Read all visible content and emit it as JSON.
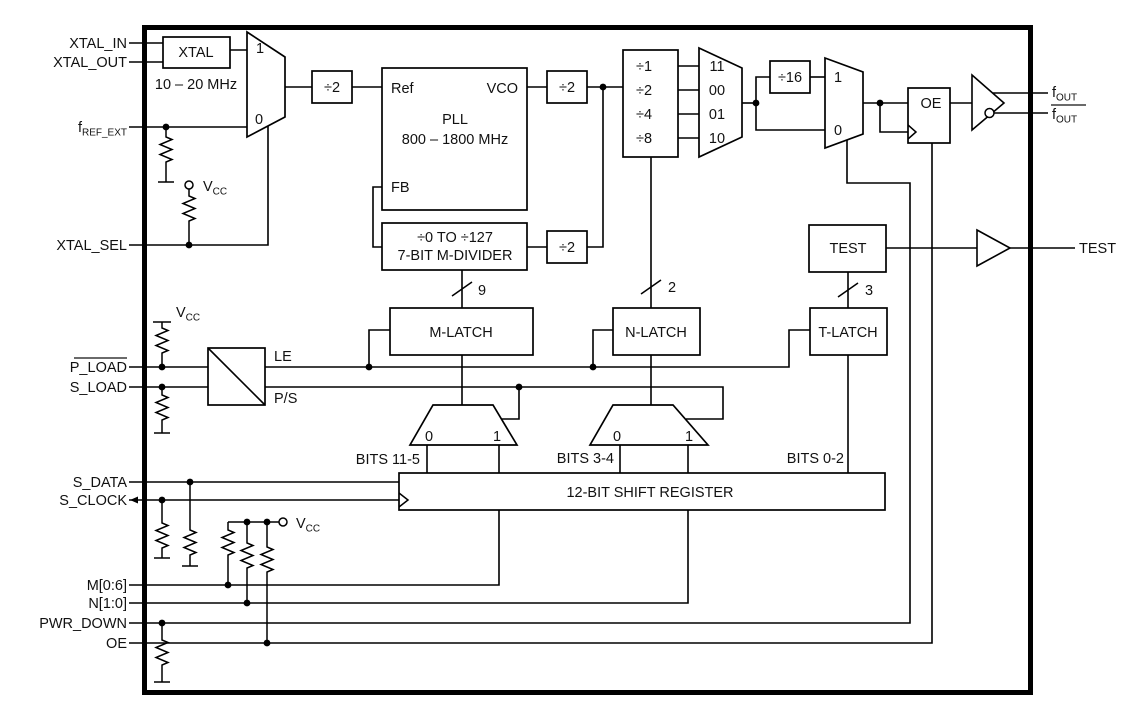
{
  "pins": {
    "xtal_in": "XTAL_IN",
    "xtal_out": "XTAL_OUT",
    "f_base": "f",
    "f_ref_ext_sub": "REF_EXT",
    "xtal_sel": "XTAL_SEL",
    "p_load": "P_LOAD",
    "s_load": "S_LOAD",
    "s_data": "S_DATA",
    "s_clock": "S_CLOCK",
    "m_bus": "M[0:6]",
    "n_bus": "N[1:0]",
    "pwr_down": "PWR_DOWN",
    "oe": "OE",
    "f_out_sub": "OUT",
    "test": "TEST"
  },
  "blocks": {
    "xtal": "XTAL",
    "xtal_range": "10 – 20 MHz",
    "div2": "÷2",
    "div16": "÷16",
    "pll": {
      "ref": "Ref",
      "vco": "VCO",
      "name": "PLL",
      "range": "800 – 1800 MHz",
      "fb": "FB"
    },
    "mdivider": {
      "line1": "÷0 TO ÷127",
      "line2": "7-BIT M-DIVIDER"
    },
    "divider_taps": [
      "÷1",
      "÷2",
      "÷4",
      "÷8"
    ],
    "mux_codes": [
      "11",
      "00",
      "01",
      "10"
    ],
    "sel_one": "1",
    "sel_zero": "0",
    "oe": "OE",
    "test": "TEST",
    "m_latch": "M-LATCH",
    "n_latch": "N-LATCH",
    "t_latch": "T-LATCH",
    "shift_register": "12-BIT SHIFT REGISTER"
  },
  "signals": {
    "le": "LE",
    "ps": "P/S",
    "bits_11_5": "BITS 11-5",
    "bits_3_4": "BITS 3-4",
    "bits_0_2": "BITS 0-2"
  },
  "buses": {
    "m_width": "9",
    "n_width": "2",
    "t_width": "3"
  },
  "power": {
    "v": "V",
    "cc": "CC"
  }
}
